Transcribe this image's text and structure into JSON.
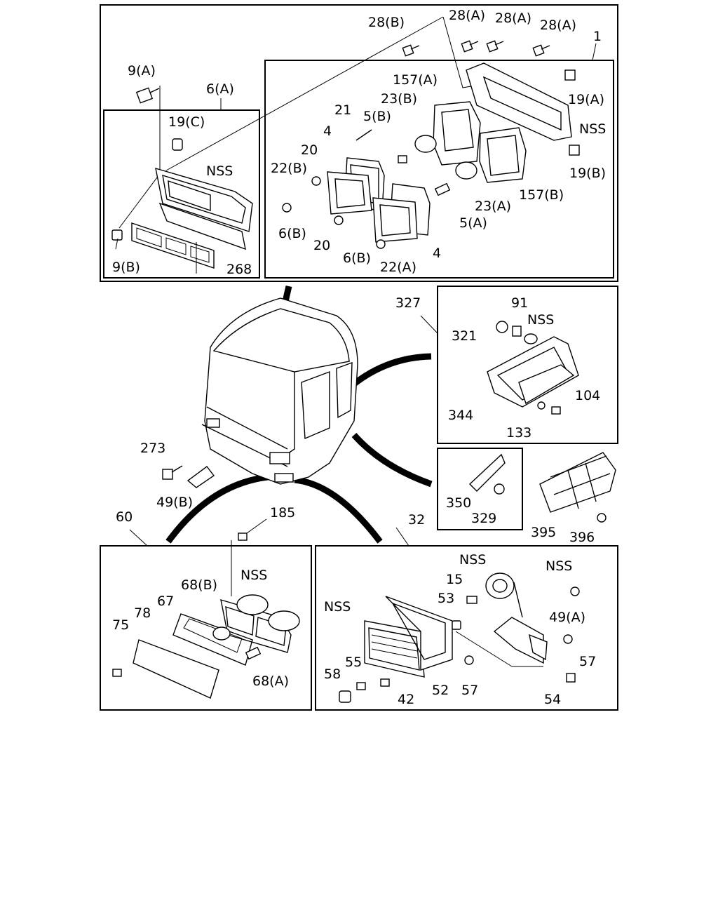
{
  "labels": {
    "top": {
      "l28b": "28(B)",
      "l28a1": "28(A)",
      "l28a2": "28(A)",
      "l28a3": "28(A)",
      "l1": "1",
      "l9a": "9(A)",
      "l6a": "6(A)",
      "l157a": "157(A)",
      "l19a": "19(A)",
      "l23b": "23(B)",
      "l21": "21",
      "l5b": "5(B)",
      "l19c": "19(C)",
      "l4a": "4",
      "lnss1": "NSS",
      "lnss2": "NSS",
      "l20a": "20",
      "l22b": "22(B)",
      "l19b": "19(B)",
      "l23a": "23(A)",
      "l157b": "157(B)",
      "l5a": "5(A)",
      "l6b1": "6(B)",
      "l20b": "20",
      "l4b": "4",
      "l9b": "9(B)",
      "l268": "268",
      "l6b2": "6(B)",
      "l22a": "22(A)"
    },
    "middle": {
      "l327": "327",
      "l91": "91",
      "lnss": "NSS",
      "l321": "321",
      "l104": "104",
      "l344": "344",
      "l133": "133",
      "l273": "273",
      "l49b": "49(B)",
      "l350": "350",
      "l329": "329",
      "l395": "395",
      "l396": "396"
    },
    "bottom": {
      "l60": "60",
      "l185": "185",
      "l32": "32",
      "lnss1": "NSS",
      "l68b": "68(B)",
      "l67": "67",
      "l75": "75",
      "l78": "78",
      "l68a": "68(A)",
      "lnss2": "NSS",
      "lnss3": "NSS",
      "lnss4": "NSS",
      "l15": "15",
      "l53": "53",
      "l49a": "49(A)",
      "l57a": "57",
      "l58": "58",
      "l55": "55",
      "l42": "42",
      "l52": "52",
      "l57b": "57",
      "l54": "54"
    }
  }
}
